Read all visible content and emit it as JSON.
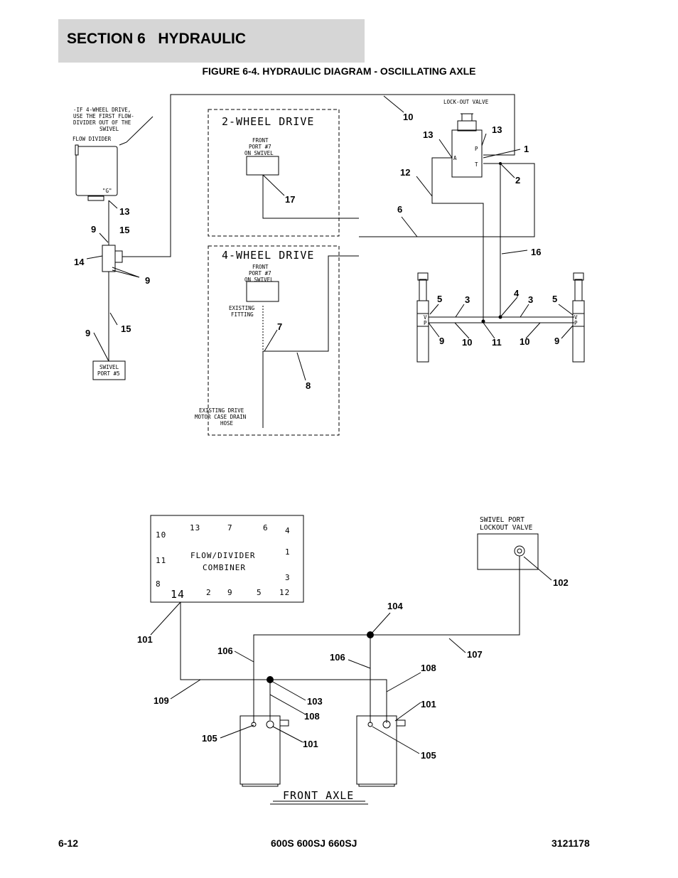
{
  "header": {
    "section": "SECTION 6   HYDRAULIC"
  },
  "figure": {
    "prefix": "FIGURE 6-4.",
    "title": "HYDRAULIC DIAGRAM - OSCILLATING AXLE"
  },
  "footer": {
    "page": "6-12",
    "models": "600S 600SJ 660SJ",
    "doc_number": "3121178"
  },
  "top_diagram": {
    "note": [
      "-IF 4-WHEEL DRIVE,",
      "USE THE FIRST FLOW-",
      "DIVIDER OUT OF THE",
      "SWIVEL"
    ],
    "flow_divider_label": "FLOW DIVIDER",
    "g_port": "\"G\"",
    "swivel_port_5": [
      "SWIVEL",
      "PORT #5"
    ],
    "lockout_valve_label": "LOCK-OUT VALVE",
    "valve_ports": [
      "A",
      "P",
      "T"
    ],
    "cyl_ports": [
      "V",
      "P"
    ],
    "two_wheel": {
      "title": "2-WHEEL DRIVE",
      "port": [
        "FRONT",
        "PORT #7",
        "ON SWIVEL"
      ]
    },
    "four_wheel": {
      "title": "4-WHEEL DRIVE",
      "port": [
        "FRONT",
        "PORT #7",
        "ON SWIVEL"
      ],
      "fitting": [
        "EXISTING",
        "FITTING"
      ],
      "drain": [
        "EXISTING DRIVE",
        "MOTOR CASE DRAIN",
        "HOSE"
      ]
    },
    "callouts": [
      "10",
      "13",
      "13",
      "1",
      "12",
      "2",
      "6",
      "17",
      "13",
      "9",
      "15",
      "14",
      "9",
      "16",
      "5",
      "3",
      "4",
      "3",
      "5",
      "9",
      "10",
      "11",
      "10",
      "9",
      "7",
      "15",
      "9",
      "8"
    ]
  },
  "bottom_diagram": {
    "flow_block": {
      "title": [
        "FLOW/DIVIDER",
        "COMBINER"
      ],
      "ports": [
        "13",
        "7",
        "6",
        "4",
        "10",
        "1",
        "11",
        "3",
        "8",
        "14",
        "2",
        "9",
        "5",
        "12"
      ]
    },
    "swivel_lockout": [
      "SWIVEL PORT",
      "LOCKOUT VALVE"
    ],
    "front_axle": "FRONT AXLE",
    "callouts": [
      "102",
      "104",
      "101",
      "106",
      "107",
      "106",
      "108",
      "109",
      "103",
      "108",
      "101",
      "105",
      "101",
      "105"
    ]
  }
}
